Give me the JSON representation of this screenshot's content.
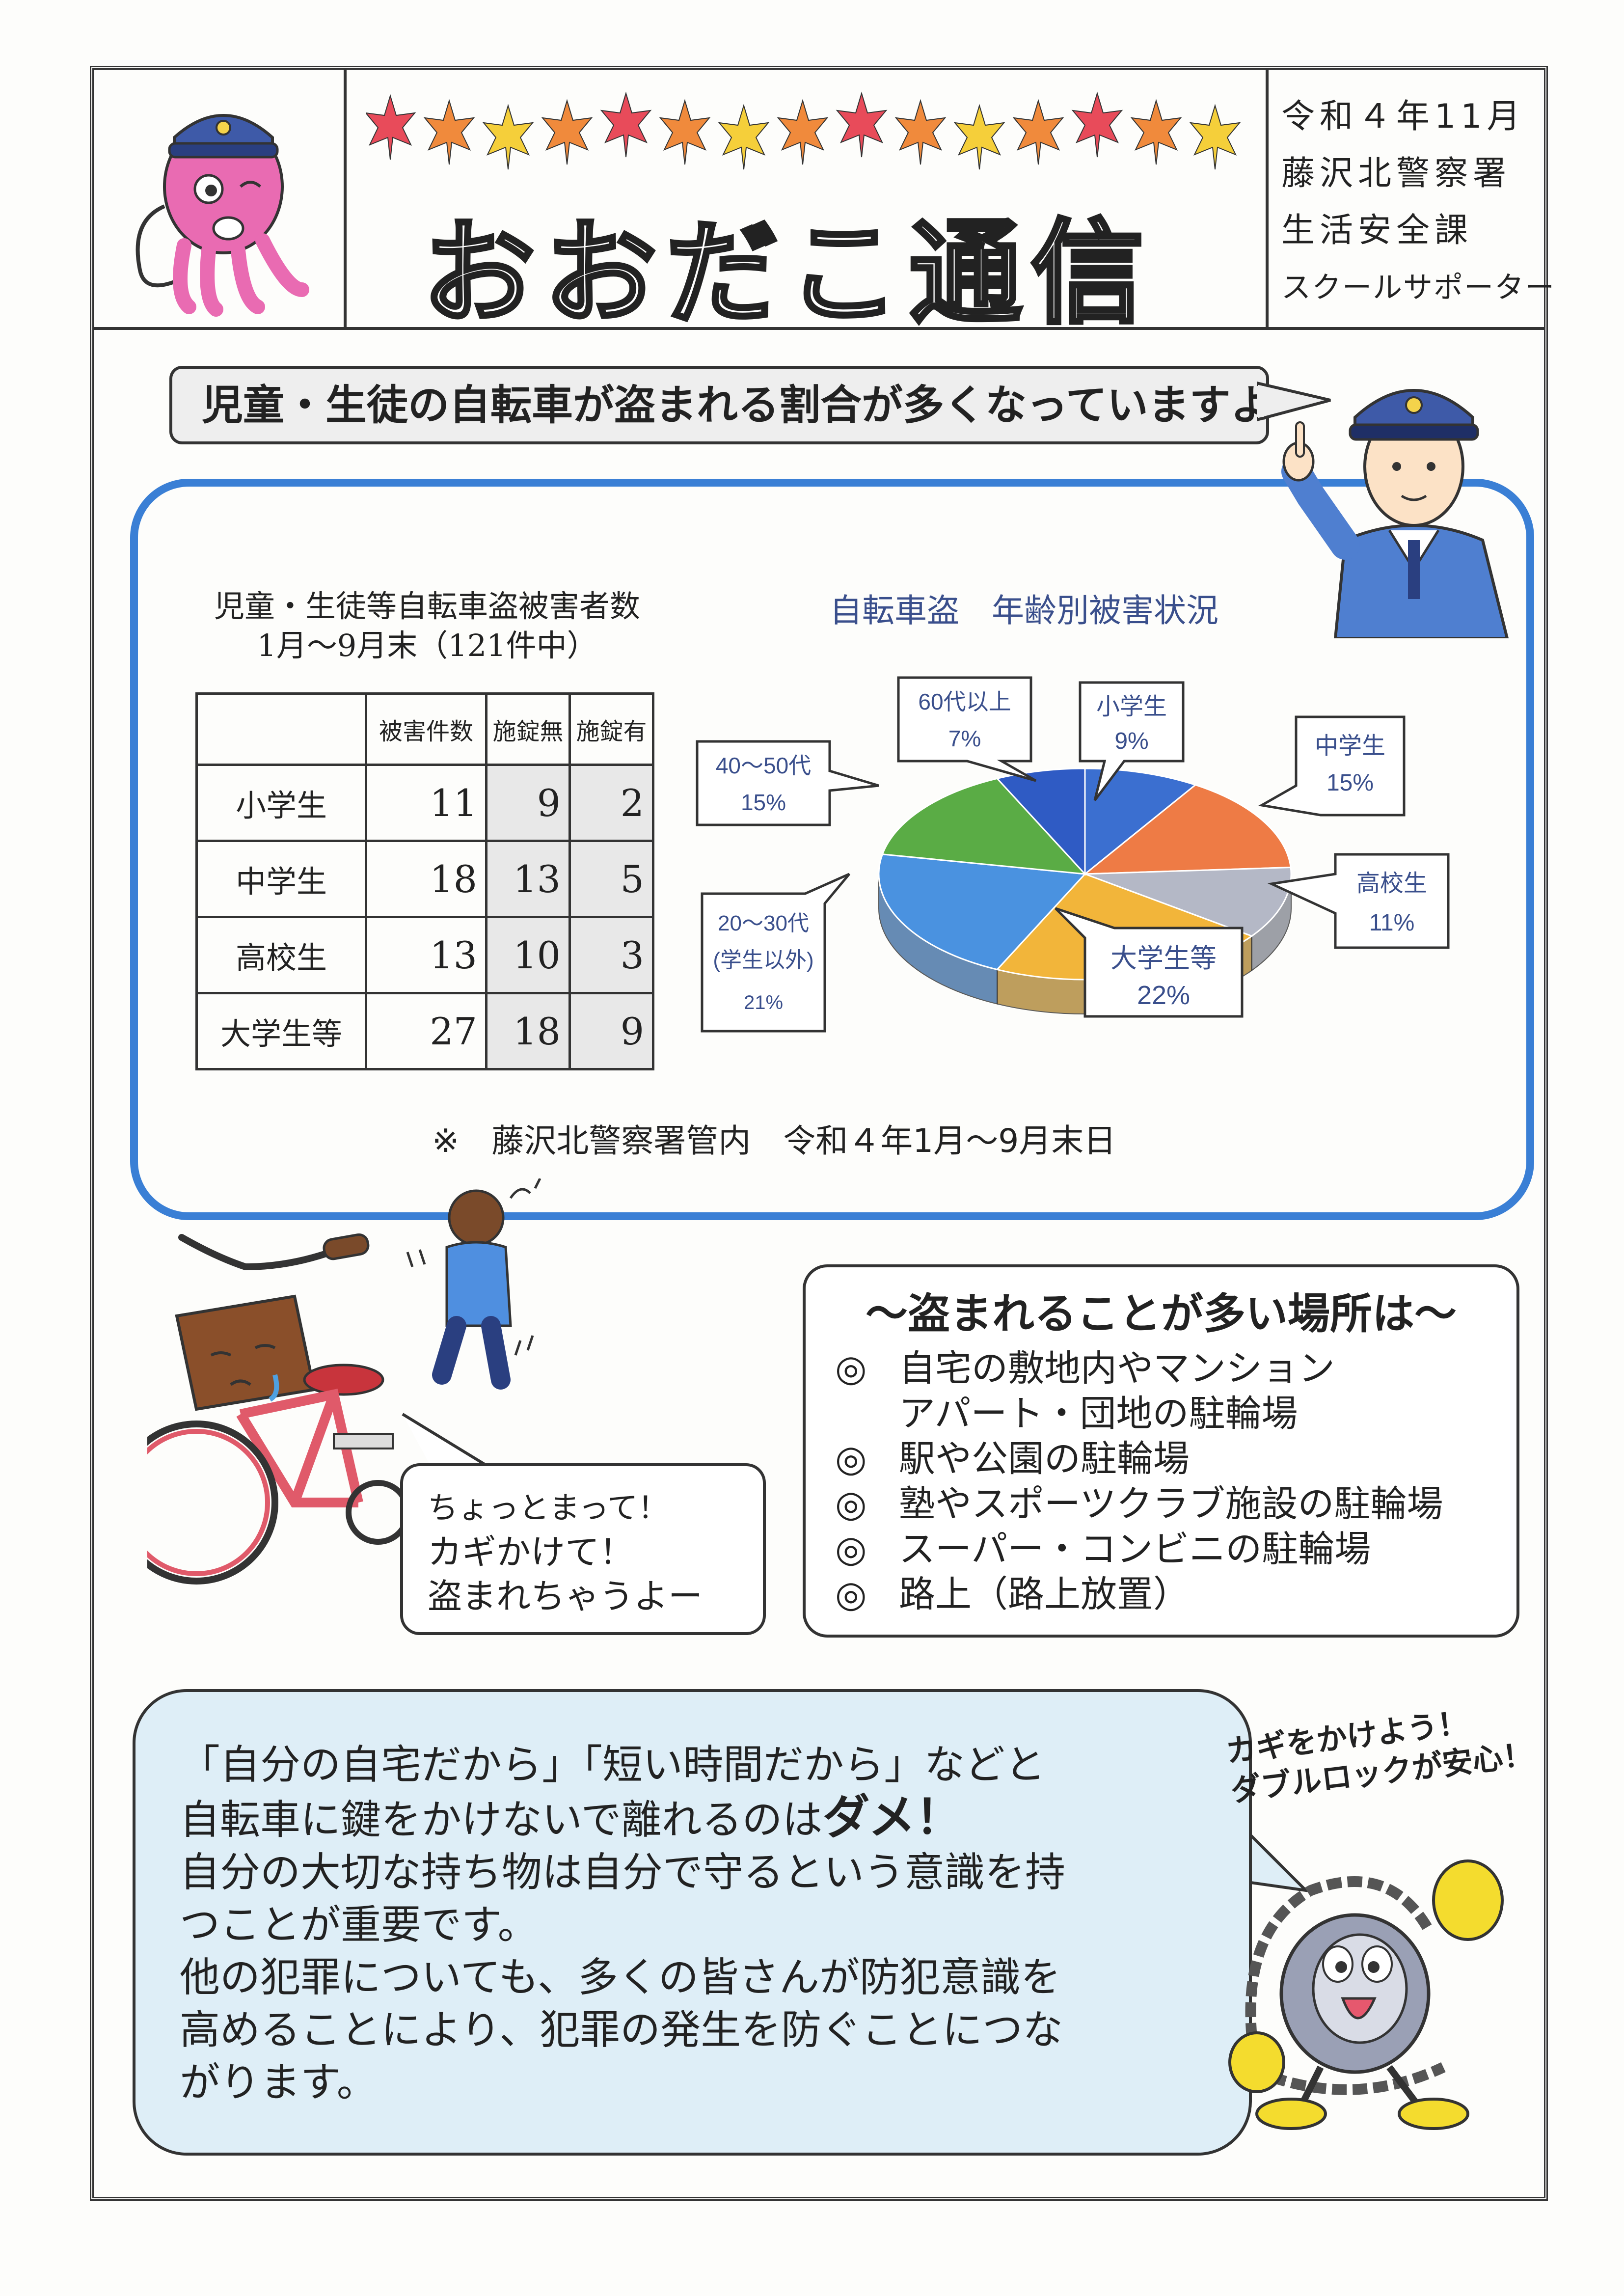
{
  "header": {
    "title": "おおだこ通信",
    "date": "令和４年11月",
    "station": "藤沢北警察署",
    "section": "生活安全課",
    "role": "スクールサポーター"
  },
  "headline": "児童・生徒の自転車が盗まれる割合が多くなっていますよ",
  "table": {
    "title_line1": "児童・生徒等自転車盗被害者数",
    "title_line2": "1月～9月末（121件中）",
    "headers": [
      "被害件数",
      "施錠無",
      "施錠有"
    ],
    "rows": [
      {
        "label": "小学生",
        "total": "11",
        "unlocked": "9",
        "locked": "2"
      },
      {
        "label": "中学生",
        "total": "18",
        "unlocked": "13",
        "locked": "5"
      },
      {
        "label": "高校生",
        "total": "13",
        "unlocked": "10",
        "locked": "3"
      },
      {
        "label": "大学生等",
        "total": "27",
        "unlocked": "18",
        "locked": "9"
      }
    ]
  },
  "chart_data": {
    "type": "pie",
    "title": "自転車盗　年齢別被害状況",
    "slices": [
      {
        "label": "小学生",
        "value": 9,
        "display": "9%",
        "color": "#3b6fd0"
      },
      {
        "label": "中学生",
        "value": 15,
        "display": "15%",
        "color": "#ee7b45"
      },
      {
        "label": "高校生",
        "value": 11,
        "display": "11%",
        "color": "#b4b8c6"
      },
      {
        "label": "大学生等",
        "value": 22,
        "display": "22%",
        "color": "#f2b53a"
      },
      {
        "label": "20～30代(学生以外)",
        "value": 21,
        "display": "21%",
        "color": "#4a92e0"
      },
      {
        "label": "40～50代",
        "value": 15,
        "display": "15%",
        "color": "#5aac45"
      },
      {
        "label": "60代以上",
        "value": 7,
        "display": "7%",
        "color": "#2f5bc4"
      }
    ]
  },
  "pie_labels": {
    "s0": {
      "name": "小学生",
      "pct": "9%"
    },
    "s1": {
      "name": "中学生",
      "pct": "15%"
    },
    "s2": {
      "name": "高校生",
      "pct": "11%"
    },
    "s3": {
      "name": "大学生等",
      "pct": "22%"
    },
    "s4": {
      "name1": "20～30代",
      "name2": "(学生以外)",
      "pct": "21%"
    },
    "s5": {
      "name": "40～50代",
      "pct": "15%"
    },
    "s6": {
      "name": "60代以上",
      "pct": "7%"
    }
  },
  "footnote": "※　藤沢北警察署管内　令和４年1月～9月末日",
  "bike_speech": [
    "ちょっとまって！",
    "カギかけて！",
    "盗まれちゃうよー"
  ],
  "places": {
    "title": "～盗まれることが多い場所は～",
    "mark": "◎",
    "items": [
      "自宅の敷地内やマンション",
      "アパート・団地の駐輪場",
      "駅や公園の駐輪場",
      "塾やスポーツクラブ施設の駐輪場",
      "スーパー・コンビニの駐輪場",
      "路上（路上放置）"
    ]
  },
  "message": {
    "line1": "「自分の自宅だから」「短い時間だから」などと",
    "line2a": "自転車に鍵をかけないで離れるのは",
    "line2b": "ダメ！",
    "line3": "自分の大切な持ち物は自分で守るという意識を持",
    "line4": "つことが重要です。",
    "line5": "他の犯罪についても、多くの皆さんが防犯意識を",
    "line6": "高めることにより、犯罪の発生を防ぐことにつな",
    "line7": "がります。"
  },
  "lock_caption": [
    "カギをかけよう！",
    "ダブルロックが安心！"
  ]
}
